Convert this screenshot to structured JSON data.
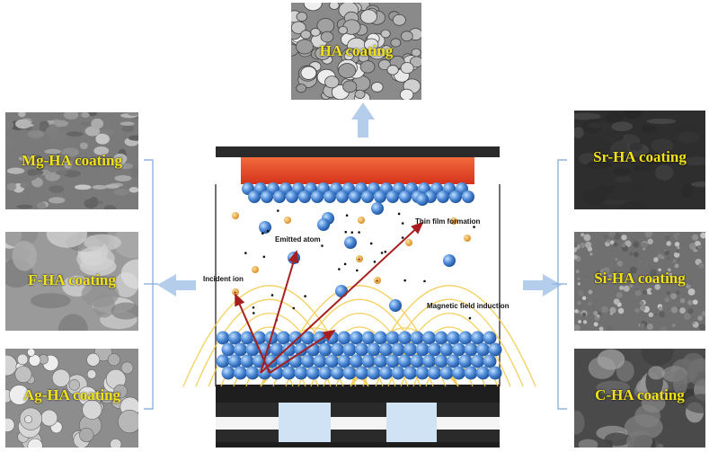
{
  "panels": {
    "top": "HA coating",
    "left": [
      "Mg-HA coating",
      "F-HA coating",
      "Ag-HA coating"
    ],
    "right": [
      "Sr-HA coating",
      "Si-HA coating",
      "C-HA coating"
    ]
  },
  "annotations": {
    "thin_film": "Thin film formation",
    "emitted_atom": "Emitted atom",
    "incident_ion": "Incident ion",
    "magnetic_field": "Magnetic field induction"
  },
  "colors": {
    "target": "#e8452a",
    "atom": "#4a86d4",
    "ion": "#e88c2a",
    "field_line": "#f5c842",
    "arrow": "#b4cdea",
    "trajectory": "#a81e1e"
  }
}
